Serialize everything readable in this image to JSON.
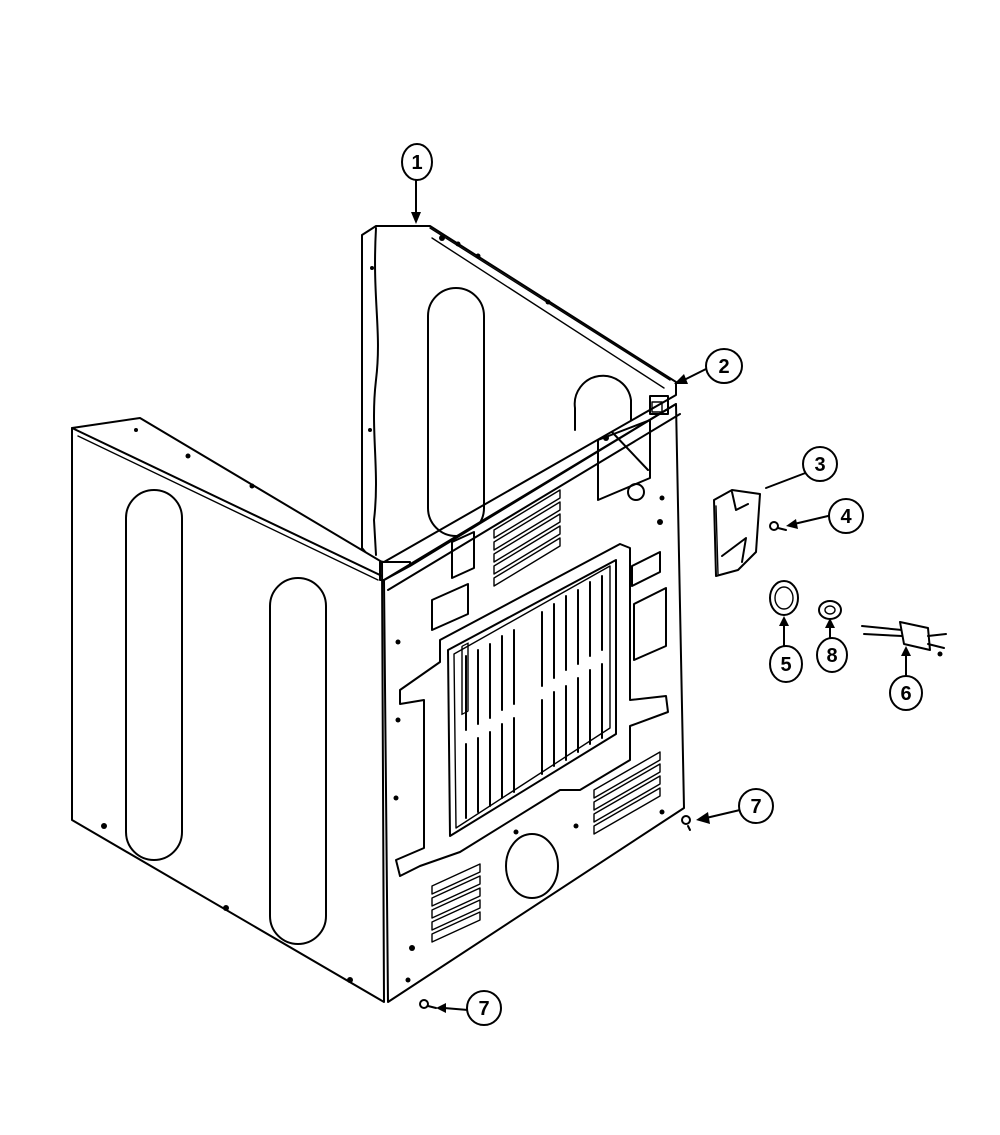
{
  "diagram": {
    "callouts": [
      {
        "id": "c1",
        "label": "1"
      },
      {
        "id": "c2",
        "label": "2"
      },
      {
        "id": "c3",
        "label": "3"
      },
      {
        "id": "c4",
        "label": "4"
      },
      {
        "id": "c5",
        "label": "5"
      },
      {
        "id": "c8",
        "label": "8"
      },
      {
        "id": "c6",
        "label": "6"
      },
      {
        "id": "c7a",
        "label": "7"
      },
      {
        "id": "c7b",
        "label": "7"
      }
    ]
  }
}
